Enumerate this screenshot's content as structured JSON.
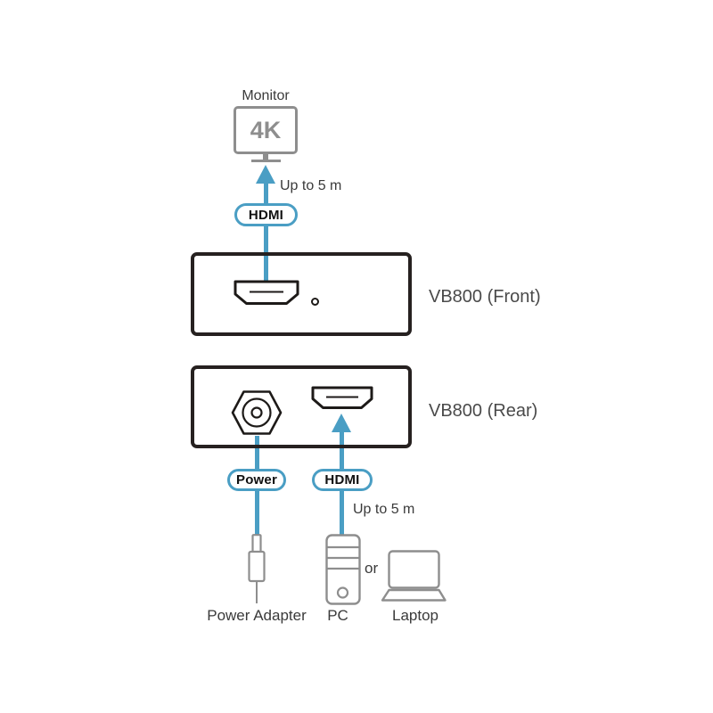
{
  "colors": {
    "cable_blue": "#4A9EC4",
    "box_border": "#262120",
    "icon_gray": "#8E8E8E",
    "text_dark": "#3A3A3A"
  },
  "monitor": {
    "label": "Monitor",
    "badge": "4K"
  },
  "top_link": {
    "cable_label": "HDMI",
    "length_note": "Up to 5 m"
  },
  "devices": {
    "front_label": "VB800 (Front)",
    "rear_label": "VB800 (Rear)"
  },
  "power_link": {
    "cable_label": "Power"
  },
  "bottom_link": {
    "cable_label": "HDMI",
    "length_note": "Up to 5 m"
  },
  "sources": {
    "power_adapter": "Power Adapter",
    "pc": "PC",
    "or": "or",
    "laptop": "Laptop"
  }
}
